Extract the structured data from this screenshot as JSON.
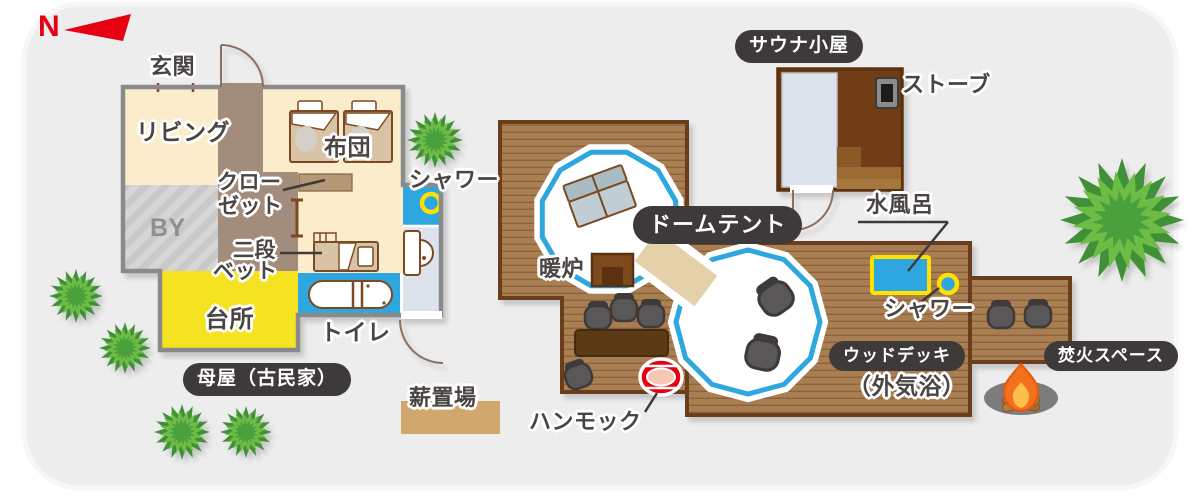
{
  "compass": {
    "north": "N"
  },
  "house": {
    "title": "母屋（古民家）",
    "entrance": "玄関",
    "living": "リビング",
    "futon": "布団",
    "closet1": "クロー",
    "closet2": "ゼット",
    "by": "BY",
    "bunk1": "二段",
    "bunk2": "ベット",
    "kitchen": "台所",
    "toilet": "トイレ",
    "shower": "シャワー"
  },
  "yard": {
    "firewood": "薪置場",
    "hammock": "ハンモック"
  },
  "tents": {
    "label": "ドームテント",
    "fireplace": "暖炉"
  },
  "deck": {
    "label": "ウッドデッキ",
    "sublabel": "（外気浴）",
    "shower": "シャワー",
    "waterbath": "水風呂"
  },
  "sauna": {
    "label": "サウナ小屋",
    "stove": "ストーブ"
  },
  "fire": {
    "label": "焚火スペース"
  },
  "colors": {
    "accent_blue": "#2ea7e0",
    "accent_yellow": "#ffe100",
    "compass_red": "#e60012",
    "deck_brown": "#a97e52",
    "pill_bg": "#3e3a39",
    "map_bg": "#ededed",
    "room_cream": "#fbeccb",
    "kitchen_yellow": "#f5e320"
  }
}
